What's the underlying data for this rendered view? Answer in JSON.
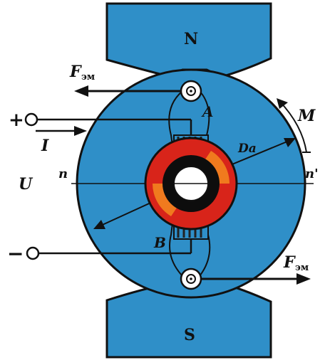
{
  "labels": {
    "north_pole": "N",
    "south_pole": "S",
    "force_top": "F",
    "force_top_sub": "эм",
    "force_bottom": "F",
    "force_bottom_sub": "эм",
    "brush_a": "A",
    "brush_b": "B",
    "torque": "M",
    "diameter": "Da",
    "plus_terminal": "+",
    "minus_terminal": "−",
    "current": "I",
    "voltage": "U",
    "axis_left": "n",
    "axis_right": "n'"
  },
  "colors": {
    "pole_blue": "#2f8fc8",
    "rotor_blue": "#2f8fc8",
    "outline": "#111111",
    "commutator_red": "#d8241a",
    "commutator_orange": "#f07a1e",
    "shaft_black": "#0d0d0d",
    "brush_stripes": "#222222"
  }
}
